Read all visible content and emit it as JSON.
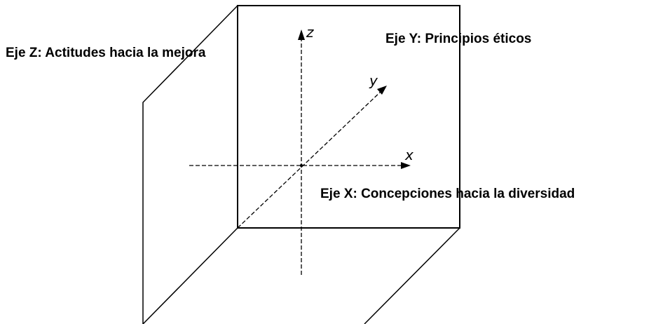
{
  "labels": {
    "z_axis": "Eje Z: Actitudes hacia la mejora",
    "y_axis": "Eje Y: Principios éticos",
    "x_axis": "Eje X: Concepciones hacia la diversidad"
  },
  "axis_letters": {
    "z": "z",
    "y": "y",
    "x": "x"
  },
  "colors": {
    "line": "#000000",
    "background": "#ffffff"
  }
}
